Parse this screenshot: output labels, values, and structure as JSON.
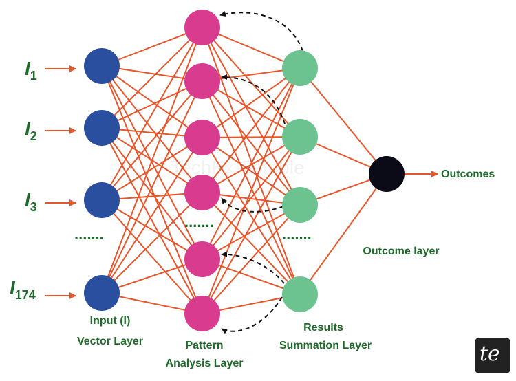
{
  "inputs": [
    {
      "symbol": "I",
      "subscript": "1"
    },
    {
      "symbol": "I",
      "subscript": "2"
    },
    {
      "symbol": "I",
      "subscript": "3"
    },
    {
      "symbol": "I",
      "subscript": "174"
    }
  ],
  "ellipsis": ".......",
  "labels": {
    "input_layer_line1": "Input (I)",
    "input_layer_line2": "Vector Layer",
    "pattern_layer_line1": "Pattern",
    "pattern_layer_line2": "Analysis Layer",
    "results_layer_line1": "Results",
    "results_layer_line2": "Summation Layer",
    "outcome_layer": "Outcome layer",
    "outcomes": "Outcomes"
  },
  "watermark": "TechEx Sample",
  "logo_text": "te",
  "colors": {
    "input_node": "#2a4f9e",
    "pattern_node": "#d93b8e",
    "result_node": "#6cc38f",
    "outcome_node": "#0b0b18",
    "connection": "#e8552a",
    "label_text": "#1f6b2a",
    "feedback_arrow": "#111111"
  }
}
